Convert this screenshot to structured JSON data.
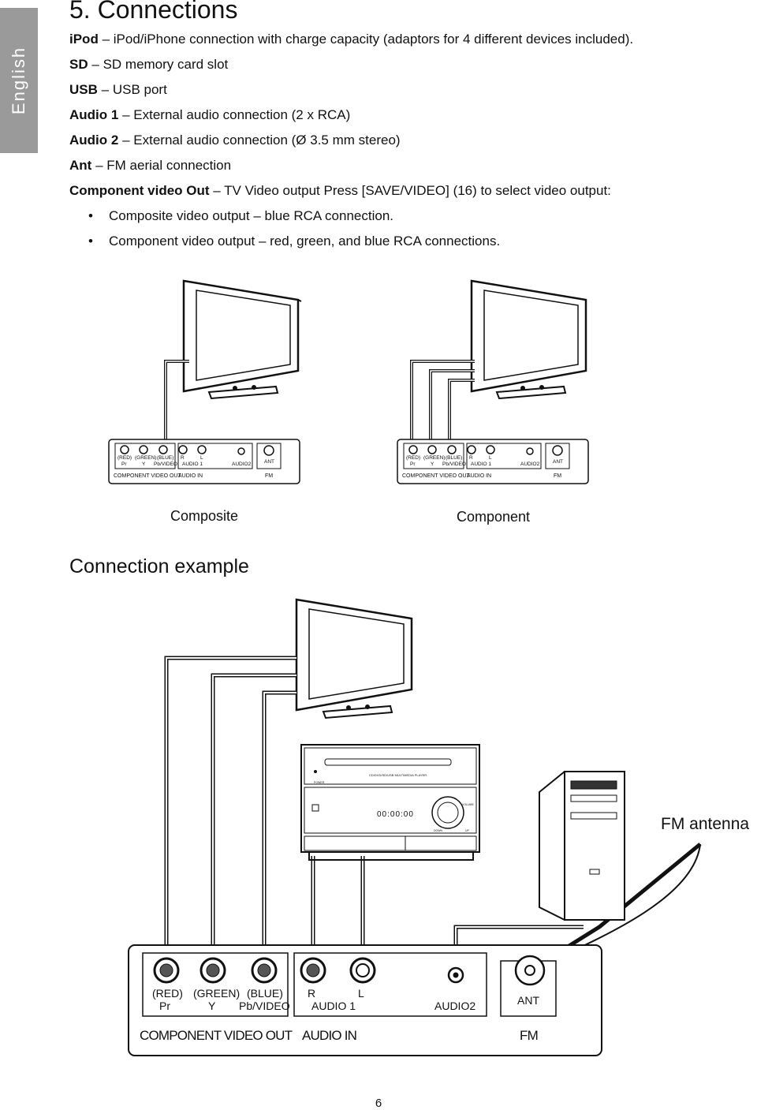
{
  "side_tab": "English",
  "title": "5. Connections",
  "connections": [
    {
      "term": "iPod",
      "desc": "iPod/iPhone connection with charge capacity (adaptors for 4 different devices included)."
    },
    {
      "term": "SD",
      "desc": "SD memory card slot"
    },
    {
      "term": "USB",
      "desc": "USB port"
    },
    {
      "term": "Audio 1",
      "desc": "External audio connection (2 x RCA)"
    },
    {
      "term": "Audio 2",
      "desc": "External audio connection (Ø 3.5 mm stereo)"
    },
    {
      "term": "Ant",
      "desc": "FM aerial connection"
    },
    {
      "term": "Component video Out",
      "desc": "TV Video output  Press [SAVE/VIDEO] (16) to select video output:"
    }
  ],
  "dash": "–",
  "bullets": [
    "Composite video output – blue RCA connection.",
    "Component video output – red, green, and blue RCA connections."
  ],
  "panel_labels": {
    "red": "(RED)",
    "green": "(GREEN)",
    "blue": "(BLUE)",
    "pr": "Pr",
    "y": "Y",
    "pb_video": "Pb/VIDEO",
    "r": "R",
    "l": "L",
    "audio1": "AUDIO 1",
    "audio2": "AUDIO2",
    "ant": "ANT",
    "component_video_out": "COMPONENT VIDEO OUT",
    "audio_in": "AUDIO IN",
    "fm": "FM"
  },
  "captions": {
    "composite": "Composite",
    "component": "Component"
  },
  "section_title": "Connection example",
  "fm_antenna": "FM antenna",
  "device": {
    "name": "CD/DVD/SD/USB MULTIMEDIA PLAYER",
    "power": "POWER",
    "vol": "VOLUME",
    "display": "00:00:00",
    "down": "DOWN",
    "up": "UP"
  },
  "page_number": "6"
}
